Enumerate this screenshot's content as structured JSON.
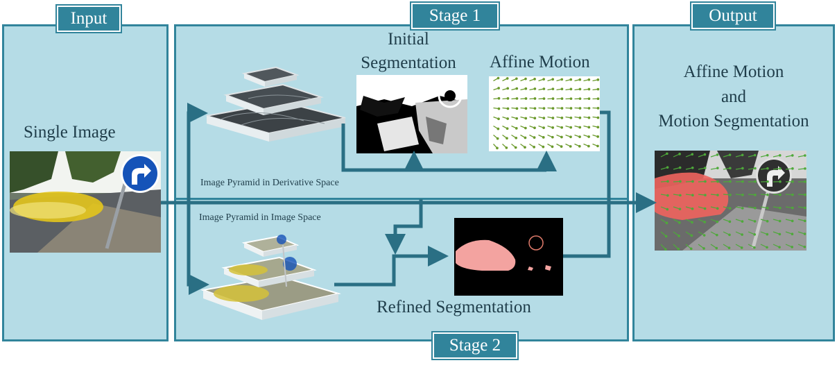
{
  "colors": {
    "panel_fill": "#b5dce6",
    "border": "#31849b",
    "tag_fill": "#31849b",
    "arrow": "#2a6f84"
  },
  "input": {
    "tag": "Input",
    "caption": "Single Image"
  },
  "stage1": {
    "tag": "Stage 1",
    "initial_segmentation": "Initial\nSegmentation",
    "affine_motion": "Affine Motion",
    "pyramid_derivative": "Image Pyramid in Derivative Space"
  },
  "stage2": {
    "tag": "Stage 2",
    "pyramid_image": "Image Pyramid in Image Space",
    "refined_segmentation": "Refined Segmentation"
  },
  "output": {
    "tag": "Output",
    "caption_line1": "Affine Motion",
    "caption_line2": "and",
    "caption_line3": "Motion Segmentation"
  }
}
